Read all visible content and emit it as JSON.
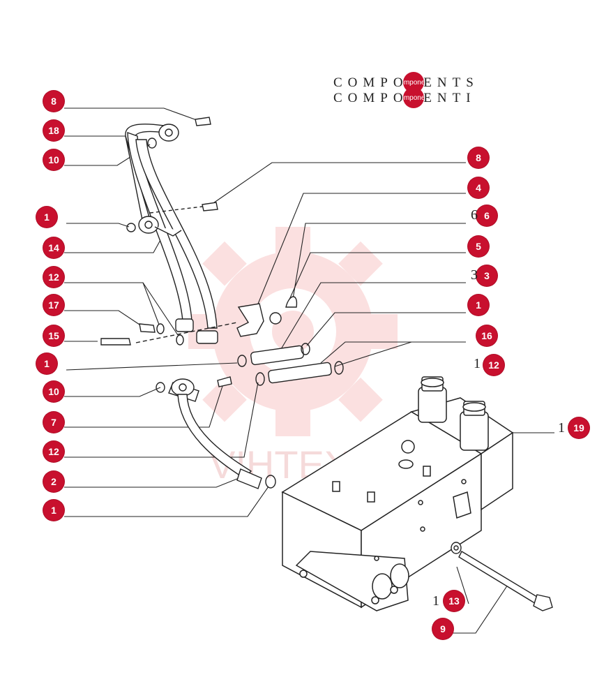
{
  "title": {
    "line1": "COMPONENTS",
    "line2": "COMPONENTI",
    "badge_label": "Componenti"
  },
  "watermark": {
    "text": "VIHTEX",
    "color": "#f4b5b5"
  },
  "colors": {
    "callout": "#c8102e",
    "line": "#222222"
  },
  "callouts": {
    "left": [
      "8",
      "18",
      "10",
      "1",
      "14",
      "12",
      "17",
      "15",
      "1",
      "10",
      "7",
      "12",
      "2",
      "1"
    ],
    "right": [
      "8",
      "4",
      "6",
      "5",
      "3",
      "1",
      "16",
      "12",
      "19",
      "13",
      "9"
    ]
  },
  "side_digits": [
    "6",
    "3",
    "1",
    "1",
    "1"
  ]
}
